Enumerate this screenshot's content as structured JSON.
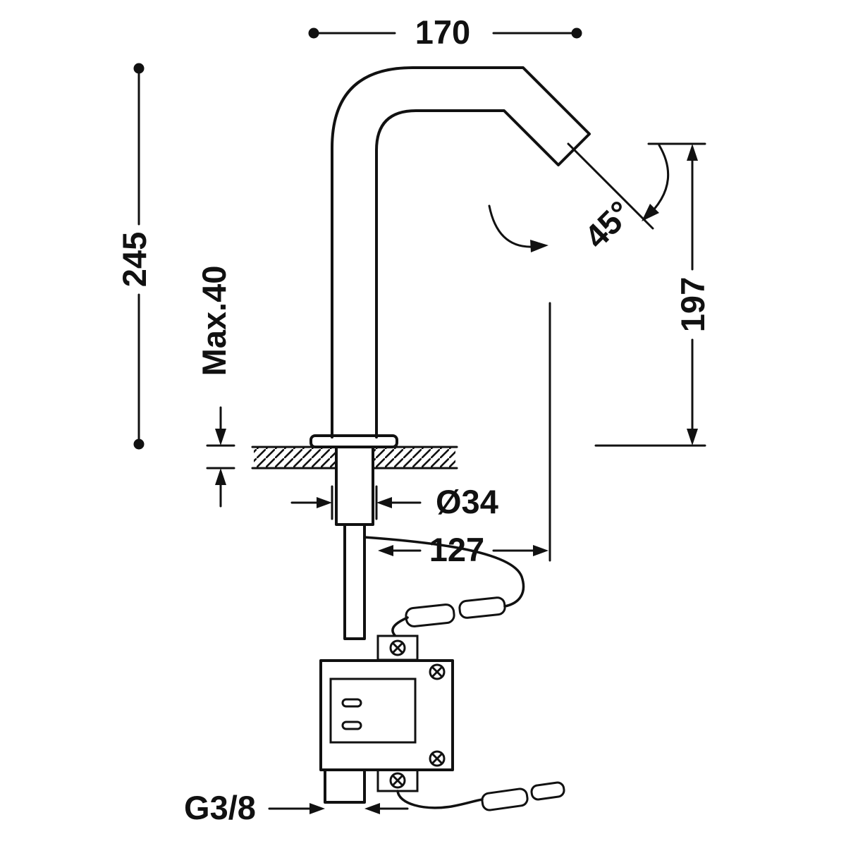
{
  "drawing": {
    "subject": "sensor-faucet-dimension-drawing",
    "line_color": "#111111",
    "background": "#ffffff",
    "dimensions": {
      "top_width": "170",
      "overall_height": "245",
      "deck_thickness": "Max.40",
      "spout_angle": "45°",
      "outlet_height": "197",
      "body_diameter": "Ø34",
      "reach": "127",
      "inlet_thread": "G3/8"
    }
  }
}
